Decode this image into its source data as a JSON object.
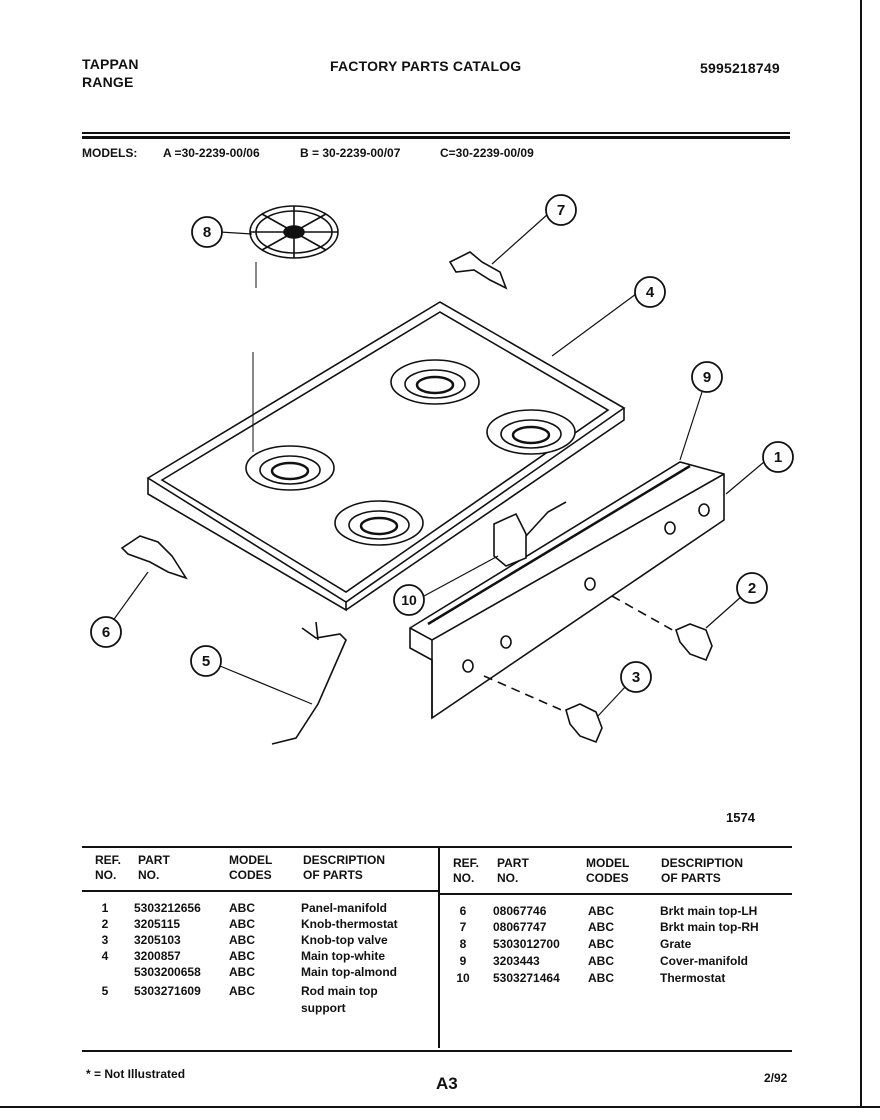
{
  "header": {
    "brand_line1": "TAPPAN",
    "brand_line2": "RANGE",
    "title": "FACTORY PARTS CATALOG",
    "catalog_number": "5995218749"
  },
  "models": {
    "label": "MODELS:",
    "a": "A =30-2239-00/06",
    "b": "B = 30-2239-00/07",
    "c": "C=30-2239-00/09"
  },
  "diagram": {
    "callouts": [
      "1",
      "2",
      "3",
      "4",
      "5",
      "6",
      "7",
      "8",
      "9",
      "10"
    ],
    "figure_number": "1574"
  },
  "table": {
    "headers": {
      "ref_line1": "REF.",
      "ref_line2": "NO.",
      "part_line1": "PART",
      "part_line2": "NO.",
      "model_line1": "MODEL",
      "model_line2": "CODES",
      "desc_line1": "DESCRIPTION",
      "desc_line2": "OF PARTS"
    },
    "left_rows": [
      {
        "ref": "1",
        "part": "5303212656",
        "code": "ABC",
        "desc": "Panel-manifold"
      },
      {
        "ref": "2",
        "part": "3205115",
        "code": "ABC",
        "desc": "Knob-thermostat"
      },
      {
        "ref": "3",
        "part": "3205103",
        "code": "ABC",
        "desc": "Knob-top valve"
      },
      {
        "ref": "4",
        "part": "3200857",
        "code": "ABC",
        "desc": "Main top-white"
      },
      {
        "ref": "",
        "part": "5303200658",
        "code": "ABC",
        "desc": "Main top-almond"
      },
      {
        "ref": "5",
        "part": "5303271609",
        "code": "ABC",
        "desc": "Rod main top"
      },
      {
        "ref": "",
        "part": "",
        "code": "",
        "desc": "support"
      }
    ],
    "right_rows": [
      {
        "ref": "6",
        "part": "08067746",
        "code": "ABC",
        "desc": "Brkt main top-LH"
      },
      {
        "ref": "7",
        "part": "08067747",
        "code": "ABC",
        "desc": "Brkt main top-RH"
      },
      {
        "ref": "8",
        "part": "5303012700",
        "code": "ABC",
        "desc": "Grate"
      },
      {
        "ref": "9",
        "part": "3203443",
        "code": "ABC",
        "desc": "Cover-manifold"
      },
      {
        "ref": "10",
        "part": "5303271464",
        "code": "ABC",
        "desc": "Thermostat"
      }
    ]
  },
  "footer": {
    "note": "* = Not Illustrated",
    "page": "A3",
    "date": "2/92"
  }
}
